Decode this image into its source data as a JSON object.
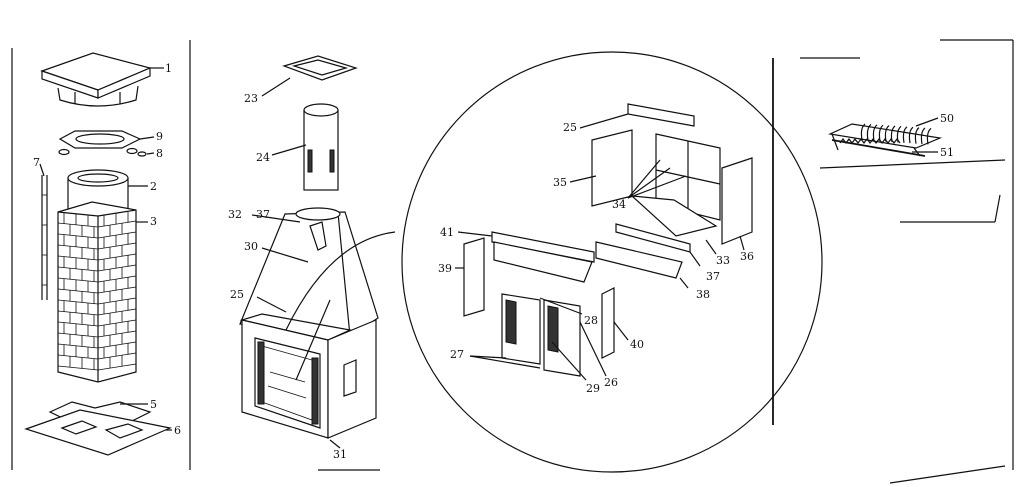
{
  "diagram": {
    "callouts": {
      "c1": "1",
      "c2": "2",
      "c3": "3",
      "c5": "5",
      "c6": "6",
      "c7": "7",
      "c8": "8",
      "c9": "9",
      "c23": "23",
      "c24": "24",
      "c25a": "25",
      "c25b": "25",
      "c26": "26",
      "c27": "27",
      "c28": "28",
      "c29": "29",
      "c30": "30",
      "c31": "31",
      "c32": "32",
      "c33": "33",
      "c34": "34",
      "c35": "35",
      "c36": "36",
      "c37a": "37",
      "c37b": "37",
      "c38": "38",
      "c39": "39",
      "c40": "40",
      "c41": "41",
      "c50": "50",
      "c51": "51"
    }
  },
  "colors": {
    "ink": "#111111",
    "paper": "#ffffff"
  }
}
